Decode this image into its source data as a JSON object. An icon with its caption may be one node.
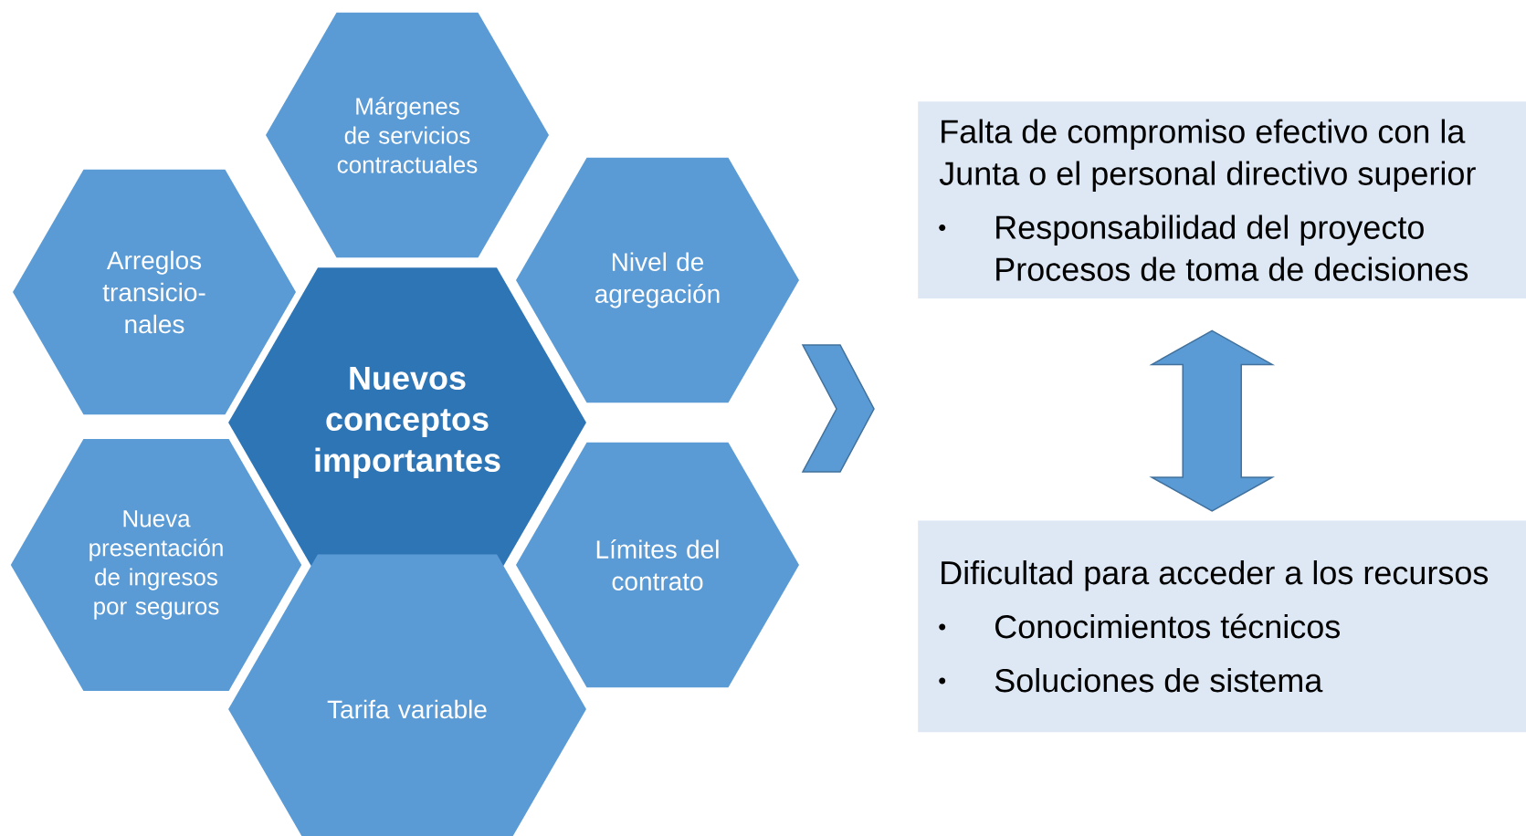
{
  "diagram": {
    "nodes": [
      {
        "text": [
          "Márgenes de servicios contractuales"
        ]
      },
      {
        "text": [
          "Arreglos transicio- nales"
        ]
      },
      {
        "text": [
          "Nivel de agregación"
        ]
      },
      {
        "text": [
          "Nuevos conceptos importantes"
        ]
      },
      {
        "text": [
          "Nueva presentación de ingresos por seguros"
        ]
      },
      {
        "text": [
          "Límites del contrato"
        ]
      },
      {
        "text": [
          "Tarifa variable"
        ]
      },
      {
        "text": [
          "Falta de compromiso efectivo con la Junta o el personal directivo superior",
          "Responsabilidad del proyecto Procesos de toma de decisiones"
        ]
      },
      {
        "text": [
          "Dificultad para acceder a los recursos",
          "Conocimientos técnicos",
          "Soluciones de sistema"
        ]
      }
    ],
    "edges": [
      {
        "from": 7,
        "to": 8,
        "arrow": "both"
      }
    ]
  }
}
